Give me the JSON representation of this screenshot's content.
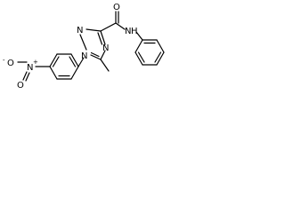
{
  "molecule": {
    "atoms": {
      "n_triazole_top": "N",
      "n_triazole_1": "N",
      "n_triazole_4": "N",
      "n_amide": "N",
      "h_amide": "H",
      "o_carbonyl": "O",
      "n_nitro": "N",
      "nitro_plus": "+",
      "o_nitro_double": "O",
      "o_nitro_minus": "O",
      "nitro_minus": "-"
    }
  }
}
